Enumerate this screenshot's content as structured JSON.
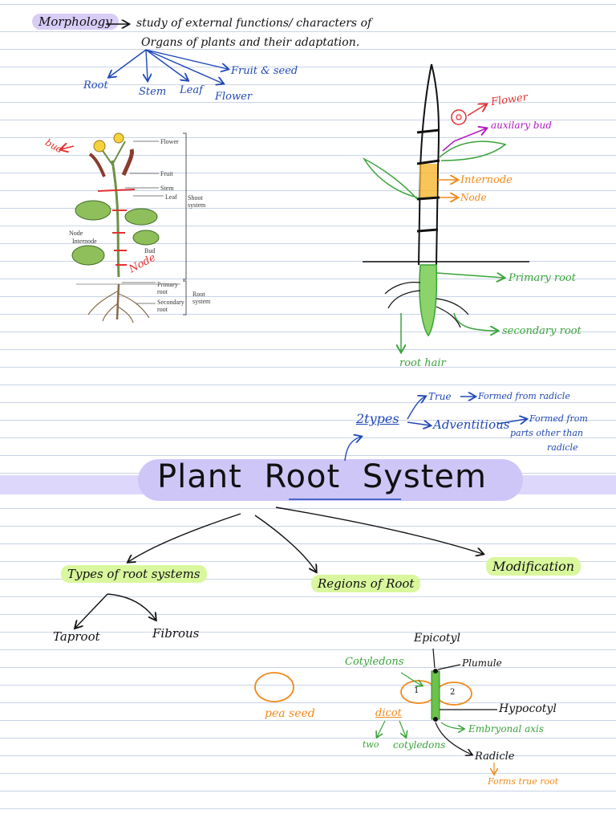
{
  "header": {
    "morphology": "Morphology",
    "definition_1": "study of external functions/ characters of",
    "definition_2": "Organs of plants and their adaptation.",
    "organs": [
      "Root",
      "Stem",
      "Leaf",
      "Flower",
      "Fruit & seed"
    ]
  },
  "textbook_figure": {
    "labels": [
      "Flower",
      "Fruit",
      "Stem",
      "Leaf",
      "Shoot system",
      "Node",
      "Internode",
      "Bud",
      "Primary root",
      "Secondary root",
      "Root system"
    ],
    "annotations": [
      "bud",
      "Node"
    ]
  },
  "drawn_plant": {
    "labels": [
      "Flower",
      "auxilary bud",
      "Internode",
      "Node",
      "Primary root",
      "secondary root",
      "root hair"
    ]
  },
  "root_types": {
    "two_types": "2types",
    "true": "True",
    "true_desc": "Formed from radicle",
    "adventitious": "Adventitious",
    "adventitious_desc_1": "Formed from",
    "adventitious_desc_2": "parts other than",
    "adventitious_desc_3": "radicle"
  },
  "main": {
    "title_1": "Plant",
    "title_2": "Root",
    "title_3": "System",
    "branches": [
      "Types of root systems",
      "Regions of Root",
      "Modification"
    ],
    "sub_types": [
      "Taproot",
      "Fibrous"
    ]
  },
  "seed": {
    "pea_seed": "pea seed",
    "dicot": "dicot",
    "two": "two",
    "cotyledons_small": "cotyledons",
    "epicotyl": "Epicotyl",
    "cotyledons": "Cotyledons",
    "plumule": "Plumule",
    "hypocotyl": "Hypocotyl",
    "embryonal_axis": "Embryonal axis",
    "radicle": "Radicle",
    "forms_true_root": "Forms true root",
    "num_1": "1",
    "num_2": "2"
  }
}
